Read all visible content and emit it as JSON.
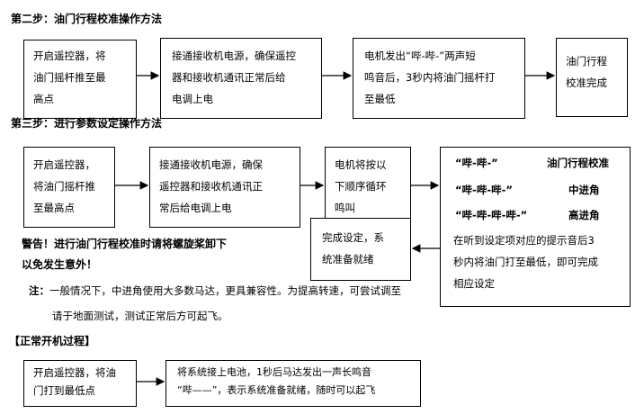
{
  "step2": {
    "heading": "第二步：油门行程校准操作方法",
    "boxes": [
      [
        "开启遥控器，将",
        "油门摇杆推至最",
        "高点"
      ],
      [
        "接通接收机电源，确保遥控",
        "器和接收机通讯正常后给",
        "电调上电"
      ],
      [
        "电机发出“哔-哔-”两声短",
        "鸣音后，3秒内将油门摇杆打",
        "至最低"
      ],
      [
        "油门行程",
        "校准完成"
      ]
    ]
  },
  "step3": {
    "heading": "第三步：进行参数设定操作方法",
    "boxes": [
      [
        "开启遥控器，",
        "将油门摇杆推",
        "至最高点"
      ],
      [
        "接通接收机电源，确保",
        "遥控器和接收机通讯正",
        "常后给电调上电"
      ],
      [
        "电机将按以",
        "下顺序循环",
        "鸣叫"
      ]
    ],
    "tones": [
      {
        "sound": "“哔-哔-”",
        "meaning": "油门行程校准"
      },
      {
        "sound": "“哔-哔-哔-”",
        "meaning": "中进角"
      },
      {
        "sound": "“哔-哔-哔-哔-”",
        "meaning": "高进角"
      }
    ],
    "tone_note": [
      "在听到设定项对应的提示音后3",
      "秒内将油门打至最低，即可完成",
      "相应设定"
    ],
    "done_box": [
      "完成设定，系",
      "统准备就绪"
    ]
  },
  "warning": [
    "警告！进行油门行程校准时请将螺旋桨卸下",
    "以免发生意外！"
  ],
  "note": {
    "label": "注：",
    "text": "一般情况下，中进角使用大多数马达，更具兼容性。为提高转速，可尝试调至",
    "text2": "请于地面测试，测试正常后方可起飞。"
  },
  "normal": {
    "heading": "【正常开机过程】",
    "boxes": [
      [
        "开启遥控器，将油",
        "门打到最低点"
      ],
      [
        "将系统接上电池，1秒后马达发出一声长鸣音",
        "“哔——”，表示系统准备就绪，随时可以起飞"
      ]
    ]
  }
}
